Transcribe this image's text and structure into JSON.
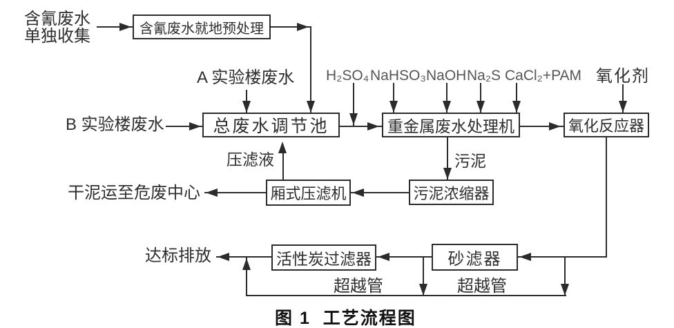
{
  "diagram": {
    "title_caption": "图 1  工艺流程图",
    "sources": {
      "cyanide_line1": "含氰废水",
      "cyanide_line2": "单独收集",
      "building_a": "A 实验楼废水",
      "building_b": "B 实验楼废水"
    },
    "chemicals": {
      "h2so4": "H₂SO₄",
      "nahso3": "NaHSO₃",
      "naoh": "NaOH",
      "na2s": "Na₂S",
      "cacl2_pam": "CaCl₂+PAM",
      "oxidant": "氧化剂"
    },
    "nodes": {
      "pretreatment": "含氰废水就地预处理",
      "regulation_tank": "总废水调节池",
      "heavy_metal_machine": "重金属废水处理机",
      "oxidation_reactor": "氧化反应器",
      "filter_press": "厢式压滤机",
      "sludge_thickener": "污泥浓缩器",
      "carbon_filter": "活性炭过滤器",
      "sand_filter": "砂滤器"
    },
    "stream_labels": {
      "press_filtrate": "压滤液",
      "sludge": "污泥",
      "dry_sludge_out": "干泥运至危废中心",
      "discharge": "达标排放",
      "bypass_1": "超越管",
      "bypass_2": "超越管"
    },
    "colors": {
      "line": "#2b2b2b",
      "text": "#2e2e2e",
      "chemical_text": "#555555",
      "background": "#ffffff"
    }
  }
}
